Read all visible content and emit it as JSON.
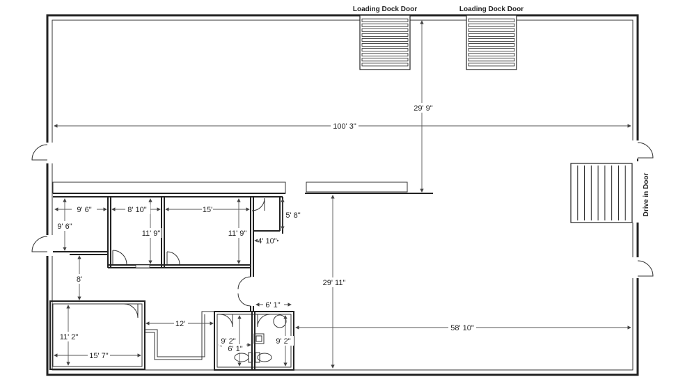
{
  "labels": {
    "loading_dock_left": "Loading Dock Door",
    "loading_dock_right": "Loading Dock Door",
    "drive_in_door": "Drive in Door"
  },
  "dimensions": {
    "overall_width": "100' 3\"",
    "warehouse_depth": "29' 9\"",
    "lower_depth": "29' 11\"",
    "lower_right_width": "58' 10\"",
    "room1_width": "9' 6\"",
    "room1_height": "9' 6\"",
    "room2_width": "8' 10\"",
    "room2_height": "11' 9\"",
    "room3_width": "15'",
    "room3_height": "11' 9\"",
    "closet_height": "5' 8\"",
    "closet_width": "4' 10\"",
    "hall_gap": "8'",
    "office_height": "11' 2\"",
    "office_width": "15' 7\"",
    "corridor_width": "12'",
    "restroom_top_width": "6' 1\"",
    "restroom_left_height": "9' 2\"",
    "restroom_left_width": "6' 1\"",
    "restroom_right_height": "9' 2\""
  }
}
